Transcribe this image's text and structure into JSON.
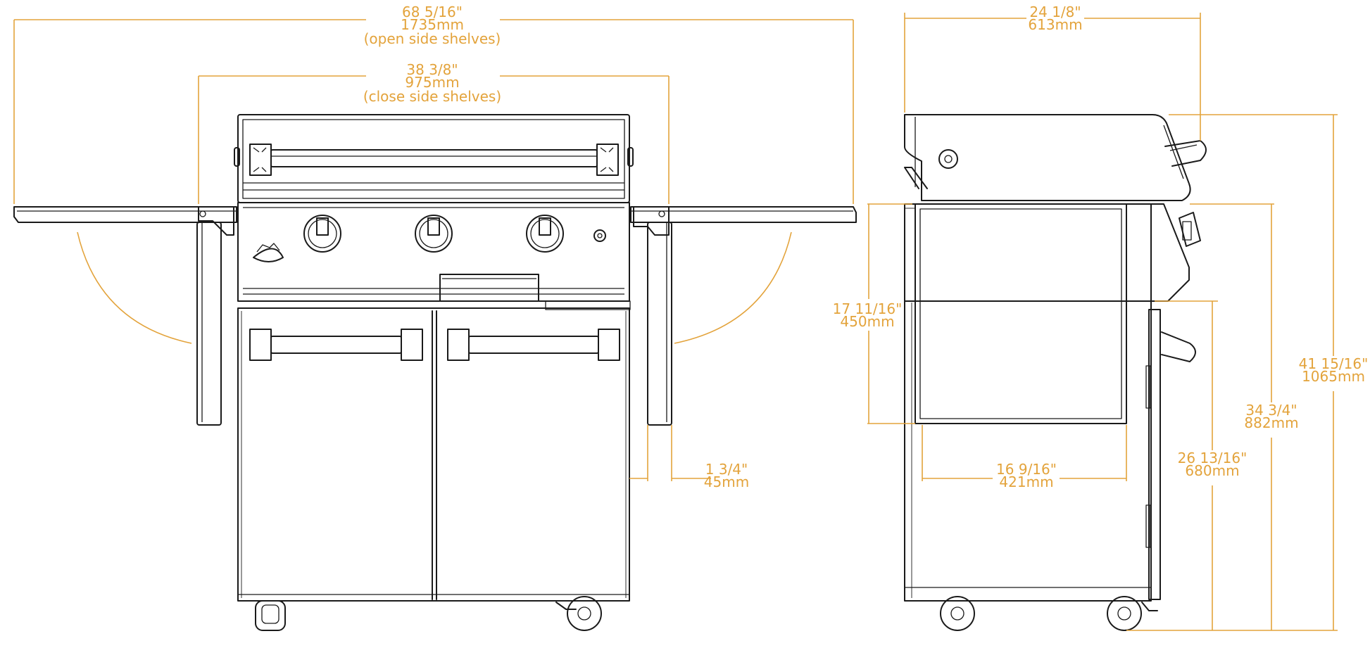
{
  "colors": {
    "dimension": "#e3a33b",
    "line": "#1a1a1a",
    "background": "#ffffff"
  },
  "dimensions": {
    "open_width": {
      "inch": "68 5/16\"",
      "mm": "1735mm",
      "note": "(open side shelves)"
    },
    "closed_width": {
      "inch": "38 3/8\"",
      "mm": "975mm",
      "note": "(close side shelves)"
    },
    "depth": {
      "inch": "24 1/8\"",
      "mm": "613mm"
    },
    "shelf_height": {
      "inch": "17 11/16\"",
      "mm": "450mm"
    },
    "leg_width": {
      "inch": "1 3/4\"",
      "mm": "45mm"
    },
    "shelf_depth": {
      "inch": "16 9/16\"",
      "mm": "421mm"
    },
    "total_height": {
      "inch": "41 15/16\"",
      "mm": "1065mm"
    },
    "cart_height": {
      "inch": "34 3/4\"",
      "mm": "882mm"
    },
    "body_height": {
      "inch": "26 13/16\"",
      "mm": "680mm"
    }
  }
}
